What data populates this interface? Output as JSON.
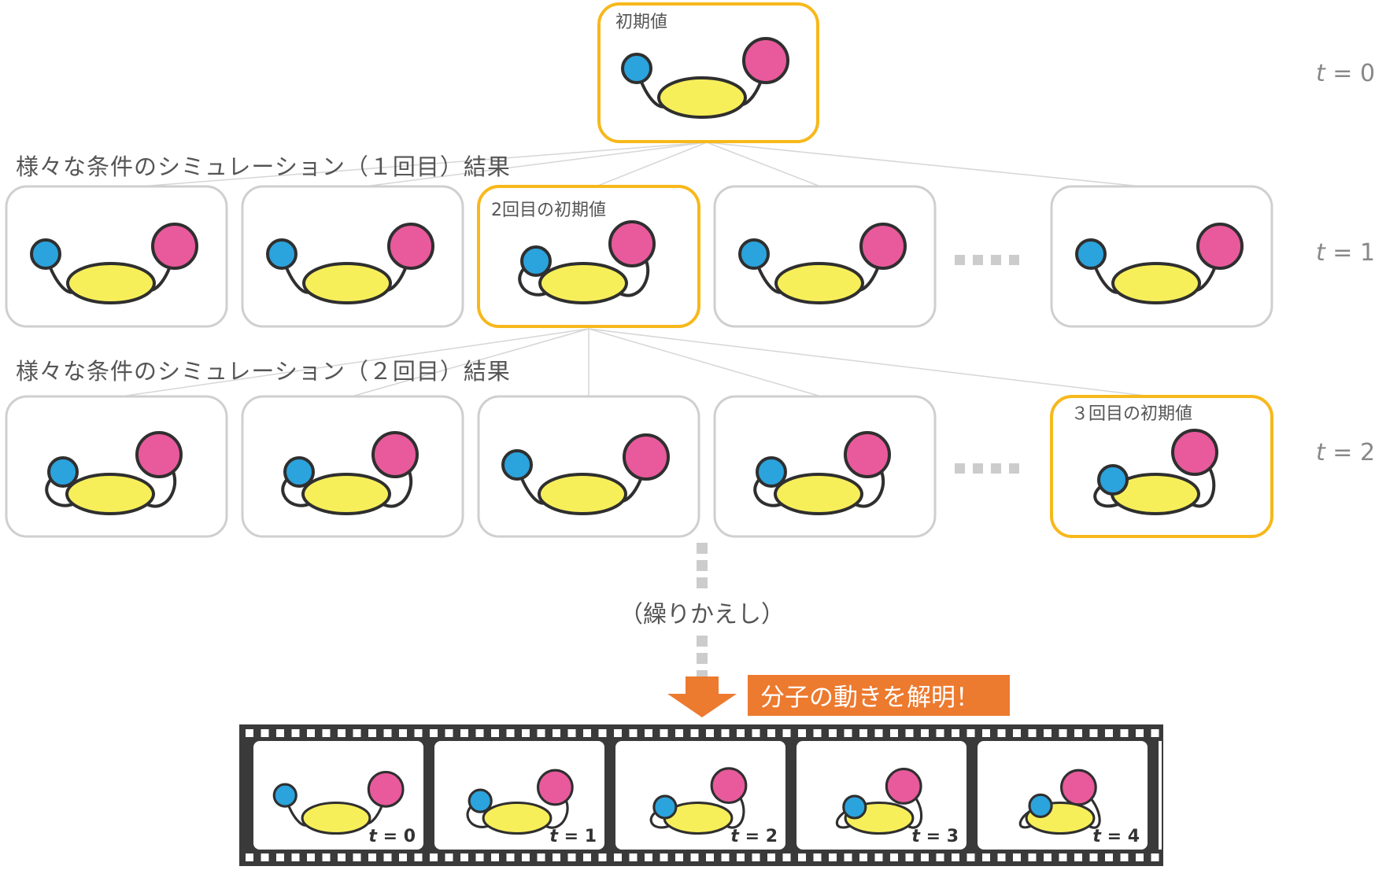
{
  "colors": {
    "highlight_border": "#f7b81b",
    "normal_border": "#cfcfcf",
    "small_atom": "#2ba3dd",
    "large_atom": "#e85a9c",
    "body": "#f7ef5a",
    "outline": "#2f2f2f",
    "arrow": "#ec7a2f",
    "banner": "#ec7a2f",
    "film": "#3a3a3a",
    "connector": "#d6d6d6",
    "dots": "#cccccc"
  },
  "top": {
    "title": "初期値",
    "time": {
      "var": "t",
      "rest": " = 0"
    }
  },
  "row1": {
    "heading": "様々な条件のシミュレーション（１回目）結果",
    "highlight_title": "2回目の初期値",
    "time": {
      "var": "t",
      "rest": " = 1"
    }
  },
  "row2": {
    "heading": "様々な条件のシミュレーション（２回目）結果",
    "highlight_title": "３回目の初期値",
    "time": {
      "var": "t",
      "rest": " = 2"
    }
  },
  "repeat_label": "（繰りかえし）",
  "banner_label": "分子の動きを解明！",
  "film_frames": [
    {
      "var": "t",
      "rest": " = 0"
    },
    {
      "var": "t",
      "rest": " = 1"
    },
    {
      "var": "t",
      "rest": " = 2"
    },
    {
      "var": "t",
      "rest": " = 3"
    },
    {
      "var": "t",
      "rest": " = 4"
    }
  ]
}
